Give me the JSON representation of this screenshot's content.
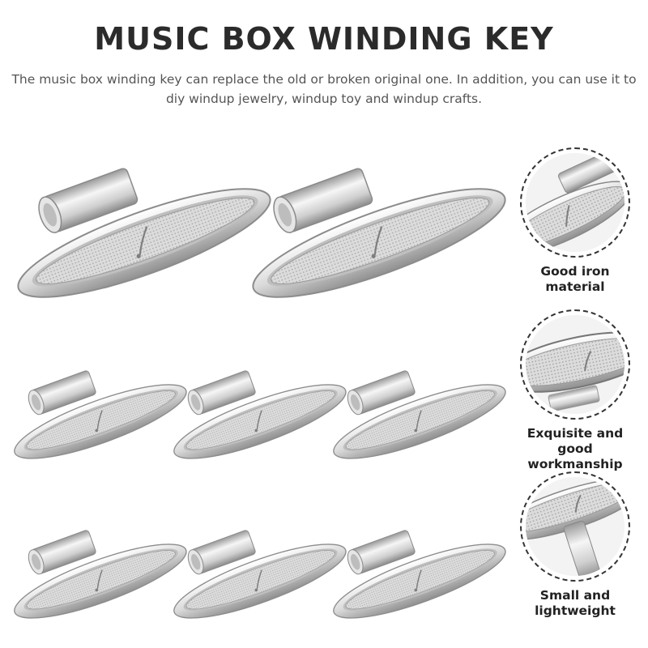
{
  "header": {
    "title": "MUSIC BOX WINDING KEY",
    "description": "The music box winding key can replace the old or broken original one. In addition, you can use it to diy windup jewelry, windup toy and windup crafts."
  },
  "product": {
    "key_count": 8,
    "colors": {
      "metal_light": "#f4f4f4",
      "metal_mid": "#cfcfcf",
      "metal_dark": "#8c8c8c",
      "text": "#2b2b2b"
    }
  },
  "features": [
    {
      "icon": "magnified-key-stem-icon",
      "label_line1": "Good iron",
      "label_line2": "material"
    },
    {
      "icon": "magnified-key-texture-icon",
      "label_line1": "Exquisite and good",
      "label_line2": "workmanship"
    },
    {
      "icon": "magnified-key-side-icon",
      "label_line1": "Small and",
      "label_line2": "lightweight"
    }
  ]
}
